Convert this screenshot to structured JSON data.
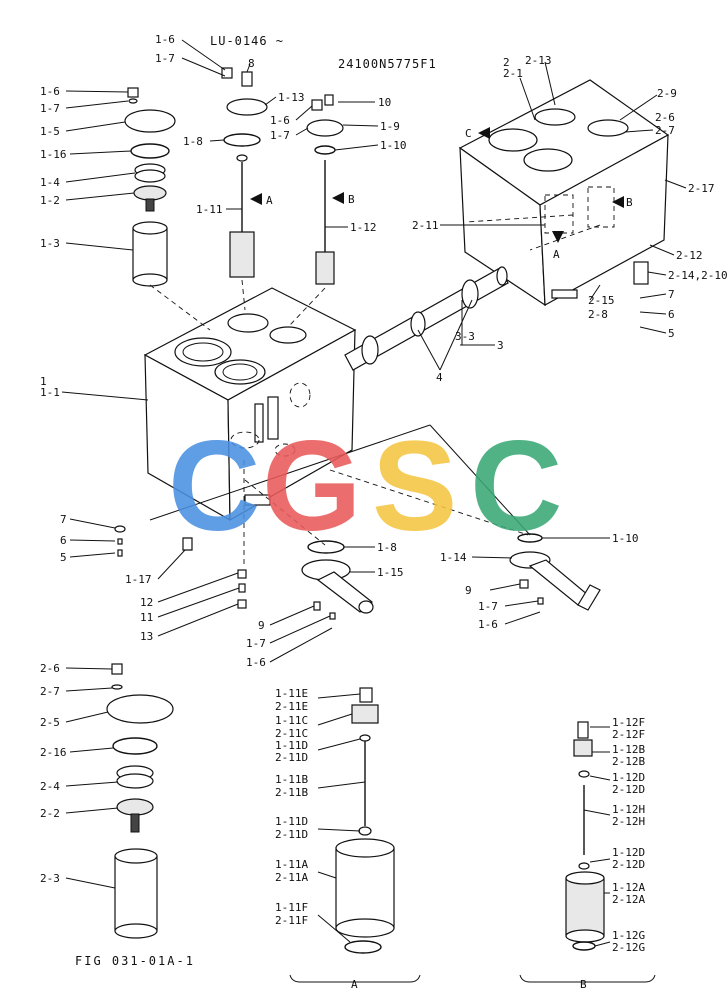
{
  "header": {
    "serial": "LU-0146 ~",
    "drawing_no": "24100N5775F1"
  },
  "footer": {
    "figure": "FIG 031-01A-1",
    "detail_a": "A",
    "detail_b": "B"
  },
  "watermark": {
    "letters": [
      "C",
      "G",
      "S",
      "C"
    ],
    "colors": [
      "#4a90e2",
      "#ea5a5a",
      "#f5c542",
      "#3aa876"
    ]
  },
  "callouts": {
    "main": [
      "1-6",
      "1-7",
      "1-5",
      "1-16",
      "1-4",
      "1-2",
      "1-3",
      "1-6",
      "1-7",
      "8",
      "1-13",
      "1-8",
      "1-11",
      "A",
      "1-6",
      "1-7",
      "10",
      "1-9",
      "1-10",
      "B",
      "1-12",
      "1",
      "1-1",
      "7",
      "6",
      "5",
      "1-17",
      "12",
      "11",
      "13",
      "9",
      "1-7",
      "1-6",
      "1-8",
      "1-15",
      "1-10",
      "1-14",
      "9",
      "1-7",
      "1-6"
    ],
    "tank2": [
      "2",
      "2-1",
      "2-13",
      "C",
      "2-9",
      "2-6",
      "2-7",
      "2-17",
      "B",
      "2-11",
      "A",
      "2-12",
      "2-14,2-10",
      "7",
      "6",
      "5",
      "2-15",
      "2-8",
      "3-3",
      "3",
      "4"
    ],
    "left_detail": [
      "2-6",
      "2-7",
      "2-5",
      "2-16",
      "2-4",
      "2-2",
      "2-3"
    ],
    "detail_a": [
      "1-11E",
      "2-11E",
      "1-11C",
      "2-11C",
      "1-11D",
      "2-11D",
      "1-11B",
      "2-11B",
      "1-11D",
      "2-11D",
      "1-11A",
      "2-11A",
      "1-11F",
      "2-11F"
    ],
    "detail_b": [
      "1-12F",
      "2-12F",
      "1-12B",
      "2-12B",
      "1-12D",
      "2-12D",
      "1-12H",
      "2-12H",
      "1-12D",
      "2-12D",
      "1-12A",
      "2-12A",
      "1-12G",
      "2-12G"
    ]
  }
}
